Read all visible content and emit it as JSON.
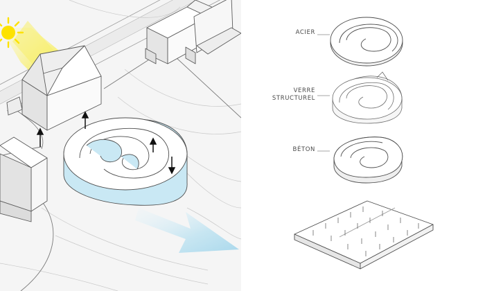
{
  "layers": [
    {
      "label": "ACIER"
    },
    {
      "label": "VERRE\nSTRUCTUREL"
    },
    {
      "label": "BÉTON"
    }
  ],
  "colors": {
    "sun": "#fde200",
    "light_beam": "#f3ea3a",
    "water_arrow": "#bfe3f1",
    "building_fill": "#ffffff",
    "building_shadow": "#e6e6e6",
    "ground": "#f4f4f4",
    "line": "#555555"
  },
  "icons": [
    "sun-icon",
    "up-arrow-icon",
    "down-arrow-icon"
  ]
}
